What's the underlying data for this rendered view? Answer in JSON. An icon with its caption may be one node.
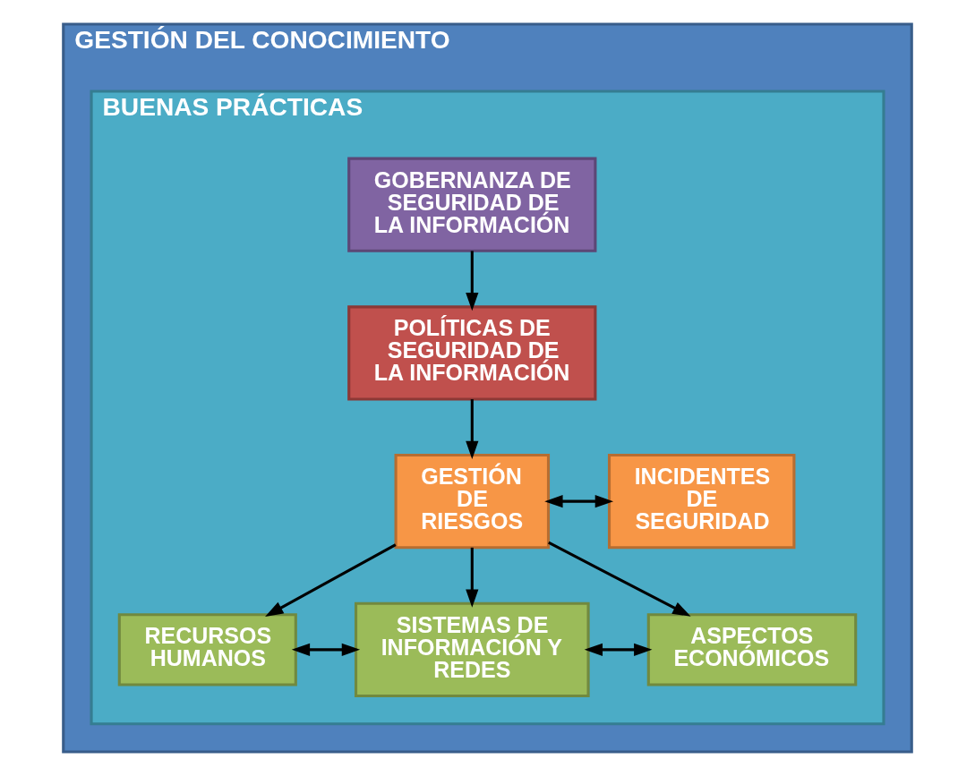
{
  "diagram": {
    "nodes": [
      {
        "text": [
          "GESTIÓN DEL CONOCIMIENTO"
        ]
      },
      {
        "text": [
          "BUENAS PRÁCTICAS"
        ],
        "in": 0
      },
      {
        "text": [
          "GOBERNANZA DE SEGURIDAD DE LA INFORMACIÓN"
        ],
        "in": 1
      },
      {
        "text": [
          "POLÍTICAS DE SEGURIDAD DE LA INFORMACIÓN"
        ],
        "in": 1
      },
      {
        "text": [
          "GESTIÓN DE RIESGOS"
        ],
        "in": 1
      },
      {
        "text": [
          "INCIDENTES DE SEGURIDAD"
        ],
        "in": 1
      },
      {
        "text": [
          "RECURSOS HUMANOS"
        ],
        "in": 1
      },
      {
        "text": [
          "SISTEMAS DE INFORMACIÓN Y REDES"
        ],
        "in": 1
      },
      {
        "text": [
          "ASPECTOS ECONÓMICOS"
        ],
        "in": 1
      }
    ],
    "edges": [
      {
        "from": 2,
        "to": 3,
        "arrow": "to"
      },
      {
        "from": 3,
        "to": 4,
        "arrow": "to"
      },
      {
        "from": 4,
        "to": 5,
        "arrow": "both"
      },
      {
        "from": 4,
        "to": 6,
        "arrow": "to"
      },
      {
        "from": 4,
        "to": 7,
        "arrow": "to"
      },
      {
        "from": 4,
        "to": 8,
        "arrow": "to"
      },
      {
        "from": 6,
        "to": 7,
        "arrow": "both"
      },
      {
        "from": 7,
        "to": 8,
        "arrow": "both"
      }
    ]
  }
}
